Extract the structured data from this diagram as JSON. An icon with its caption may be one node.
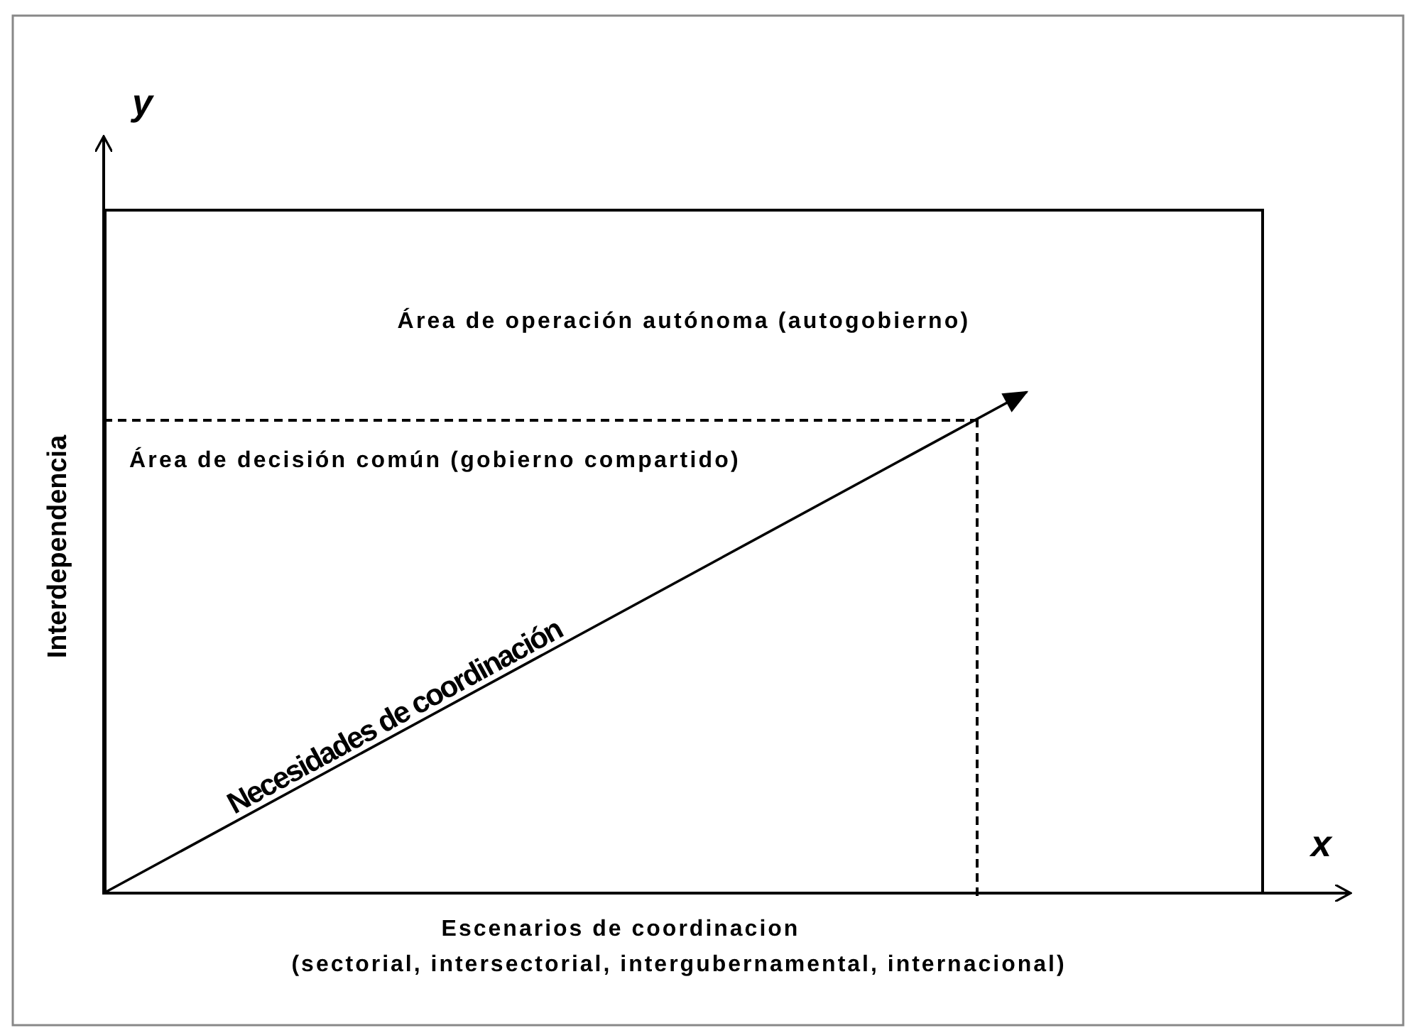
{
  "diagram": {
    "nodes": [
      {
        "text": [
          "Área de operación autónoma (autogobierno)"
        ]
      },
      {
        "text": [
          "Área de decisión común (gobierno compartido)"
        ],
        "in": 0
      }
    ],
    "labels": [
      "y",
      "Interdependencia",
      "Necesidades de coordinación",
      "x",
      "Escenarios de coordinacion",
      "(sectorial, intersectorial, intergubernamental, internacional)"
    ]
  }
}
